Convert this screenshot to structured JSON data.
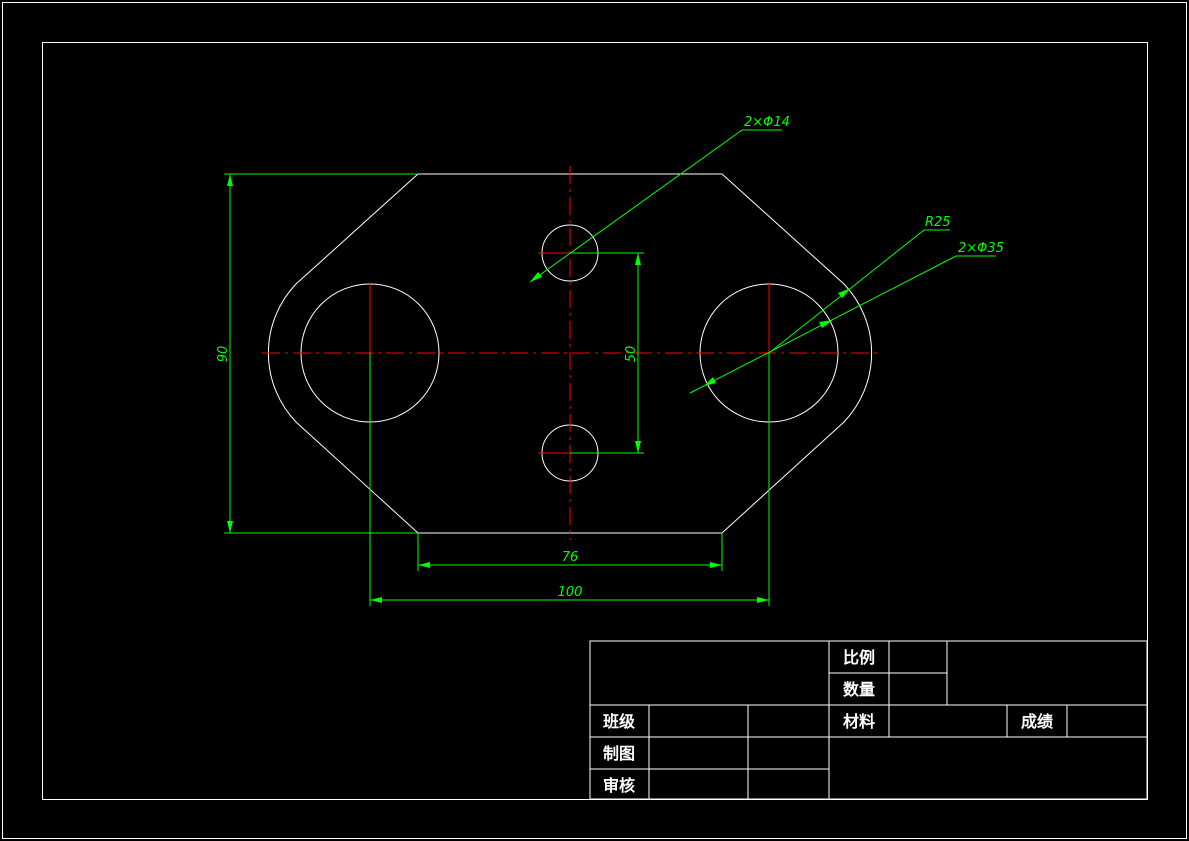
{
  "dimensions": {
    "height_90": "90",
    "spacing_50": "50",
    "width_76": "76",
    "width_100": "100",
    "small_holes": "2×Φ14",
    "radius": "R25",
    "large_holes": "2×Φ35"
  },
  "title_block": {
    "scale_label": "比例",
    "quantity_label": "数量",
    "class_label": "班级",
    "material_label": "材料",
    "score_label": "成绩",
    "drawn_by_label": "制图",
    "reviewed_by_label": "审核"
  },
  "colors": {
    "outline": "#ffffff",
    "centerline": "#ff0000",
    "dimension": "#00ff00",
    "background": "#000000"
  }
}
